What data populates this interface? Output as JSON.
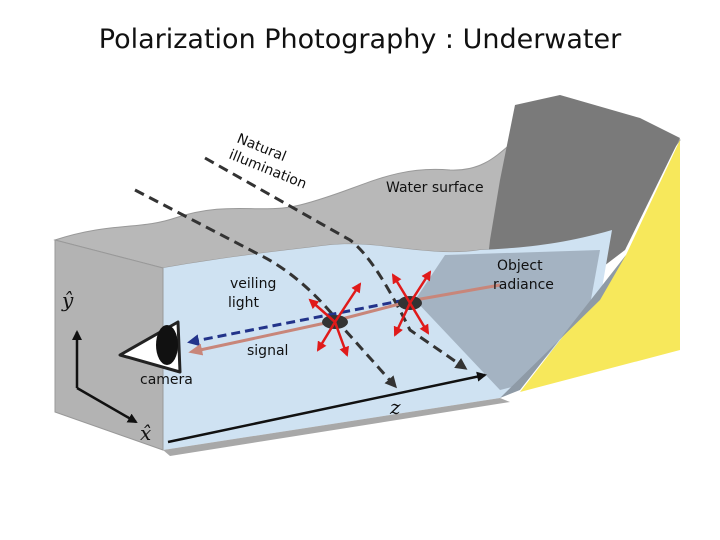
{
  "title": "Polarization Photography : Underwater",
  "labels": {
    "natural_line1": "Natural",
    "natural_line2": "illumination",
    "water_surface": "Water surface",
    "object_line1": "Object",
    "object_line2": "radiance",
    "veiling_line1": "veiling",
    "veiling_line2": "light",
    "signal": "signal",
    "camera": "camera"
  },
  "axes": {
    "y": "ŷ",
    "x": "x̂",
    "z": "z"
  },
  "colors": {
    "water": "#cfe2f2",
    "gray_block": "#b3b3b3",
    "dark_gray": "#6e6e6e",
    "sand": "#f7e85b",
    "veiling_arrow": "#22338a",
    "signal_arrow": "#c8867a",
    "polarization_arrows": "#e01a1a"
  }
}
